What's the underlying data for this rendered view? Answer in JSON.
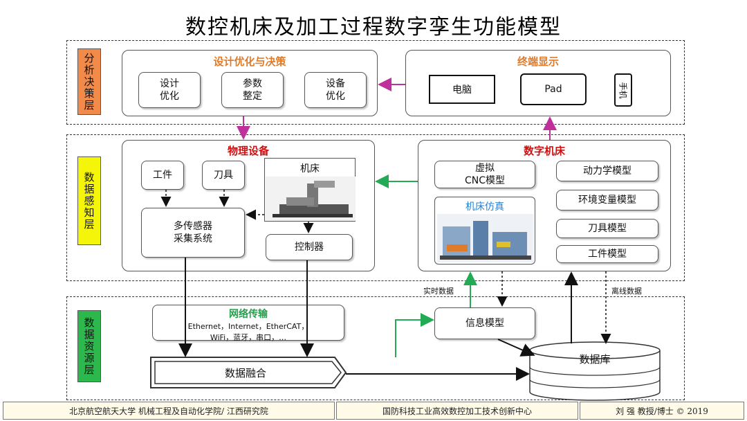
{
  "title": "数控机床及加工过程数字孪生功能模型",
  "layers": {
    "analysis": "分析决策层",
    "perception": "数据感知层",
    "resource": "数据资源层"
  },
  "design": {
    "title": "设计优化与决策",
    "items": [
      "设计\n优化",
      "参数\n整定",
      "设备\n优化"
    ]
  },
  "terminal": {
    "title": "终端显示",
    "pc": "电脑",
    "pad": "Pad",
    "phone": "手机"
  },
  "physical": {
    "title": "物理设备",
    "workpiece": "工件",
    "tool": "刀具",
    "machine": "机床",
    "sensors": "多传感器\n采集系统",
    "controller": "控制器"
  },
  "digital": {
    "title": "数字机床",
    "virtual_cnc": "虚拟\nCNC模型",
    "simulation": "机床仿真",
    "models": [
      "动力学模型",
      "环境变量模型",
      "刀具模型",
      "工件模型"
    ]
  },
  "labels": {
    "realtime": "实时数据",
    "offline": "离线数据"
  },
  "network": {
    "title": "网络传输",
    "line1": "Ethernet，Internet，EtherCAT，",
    "line2": "WiFi，蓝牙，串口，…"
  },
  "info_model": "信息模型",
  "fusion": "数据融合",
  "database": "数据库",
  "footer": {
    "left": "北京航空航天大学 机械工程及自动化学院/ 江西研究院",
    "center": "国防科技工业高效数控加工技术创新中心",
    "right": "刘 强 教授/博士 © 2019"
  },
  "colors": {
    "analysis_bg": "#f28a4a",
    "perception_bg": "#f5f50a",
    "resource_bg": "#2db84d",
    "design_title": "#e07b2a",
    "terminal_title": "#e07b2a",
    "digital_title": "#d01010",
    "network_title": "#22a04a",
    "simulation_title": "#2a7fd0",
    "arrow_magenta": "#c0309a",
    "arrow_green": "#22aa55"
  }
}
